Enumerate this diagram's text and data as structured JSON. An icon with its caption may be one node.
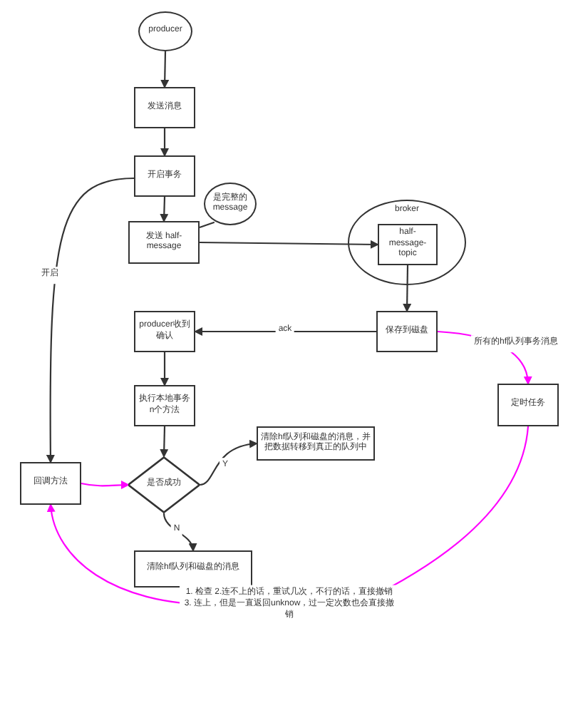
{
  "diagram": {
    "nodes": [
      {
        "text": [
          "producer"
        ]
      },
      {
        "text": [
          "发送消息"
        ]
      },
      {
        "text": [
          "开启事务"
        ]
      },
      {
        "text": [
          "是完整的 message"
        ]
      },
      {
        "text": [
          "发送 half-message"
        ]
      },
      {
        "text": [
          "broker"
        ]
      },
      {
        "text": [
          "half-message-topic"
        ],
        "in": 5
      },
      {
        "text": [
          "保存到磁盘"
        ]
      },
      {
        "text": [
          "producer收到确认"
        ]
      },
      {
        "text": [
          "执行本地事务 n个方法"
        ]
      },
      {
        "text": [
          "是否成功"
        ]
      },
      {
        "text": [
          "清除hf队列和磁盘的消息，并把数据转移到真正的队列中"
        ]
      },
      {
        "text": [
          "清除hf队列和磁盘的消息"
        ]
      },
      {
        "text": [
          "回调方法"
        ]
      },
      {
        "text": [
          "定时任务"
        ]
      }
    ],
    "edges": [
      {
        "from": 0,
        "to": 1,
        "arrow": "to"
      },
      {
        "from": 1,
        "to": 2,
        "arrow": "to"
      },
      {
        "from": 2,
        "to": 4,
        "arrow": "to"
      },
      {
        "from": 3,
        "to": 4,
        "arrow": "none"
      },
      {
        "from": 4,
        "to": 6,
        "arrow": "to"
      },
      {
        "from": 6,
        "to": 7,
        "arrow": "to"
      },
      {
        "from": 7,
        "to": 8,
        "arrow": "to",
        "label": "ack"
      },
      {
        "from": 8,
        "to": 9,
        "arrow": "to"
      },
      {
        "from": 9,
        "to": 10,
        "arrow": "to"
      },
      {
        "from": 10,
        "to": 11,
        "arrow": "to",
        "label": "Y"
      },
      {
        "from": 10,
        "to": 12,
        "arrow": "to",
        "label": "N"
      },
      {
        "from": 2,
        "to": 13,
        "arrow": "to",
        "label": "开启"
      },
      {
        "from": 13,
        "to": 10,
        "arrow": "to",
        "color": "#ff00ff"
      },
      {
        "from": 7,
        "to": 14,
        "arrow": "to",
        "label": "所有的hf队列事务消息",
        "color": "#ff00ff"
      },
      {
        "from": 14,
        "to": 13,
        "arrow": "to",
        "label": "1. 检查 2.连不上的话，重试几次，不行的话，直接撤销 3. 连上，但是一直返回unknow，过一定次数也会直接撤销",
        "color": "#ff00ff"
      }
    ]
  }
}
